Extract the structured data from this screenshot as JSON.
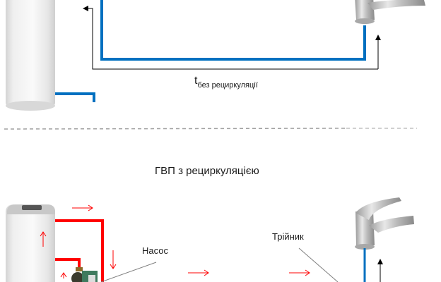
{
  "top_section": {
    "time_label_main": "t",
    "time_label_sub": "без рециркуляції",
    "pipe_color": "#0070c0"
  },
  "bottom_section": {
    "title": "ГВП з рециркуляцією",
    "pump_label": "Насос",
    "tee_label": "Трійник",
    "hot_pipe_color": "#ff0000",
    "cold_pipe_color": "#0070c0",
    "flow_arrow_color": "#ff0000"
  },
  "separator": {
    "style": "dashed",
    "color": "#b0b0b0"
  }
}
